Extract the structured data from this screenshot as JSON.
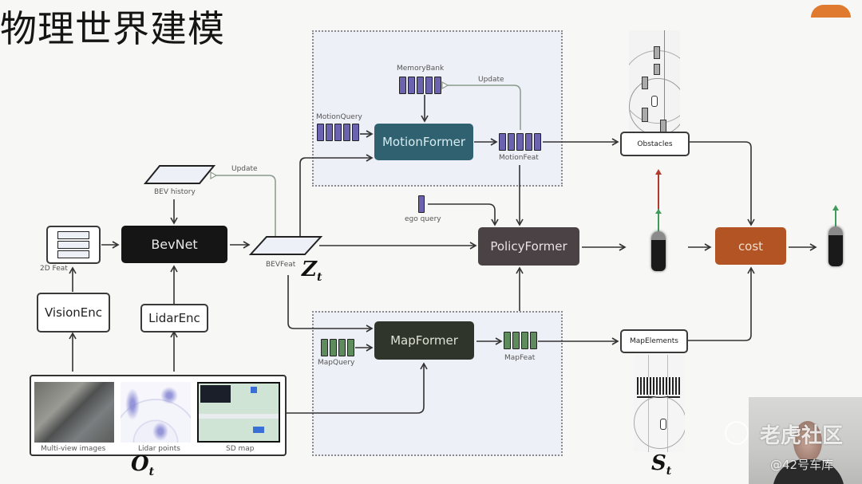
{
  "slide": {
    "title": "物理世界建模",
    "colors": {
      "region_fill": "#eef0f8",
      "motionformer": "#2f6170",
      "bevnet": "#151515",
      "policyformer": "#4a4244",
      "mapformer": "#30352b",
      "cost": "#b35425",
      "token_purple": "#6b63b0",
      "token_green": "#5f8c5c",
      "update_arrow": "#8a9a8a",
      "trajectory_red": "#b23a2c",
      "trajectory_green": "#3f9a5c",
      "corner_badge": "#e07a2e"
    }
  },
  "inputs": {
    "panel_items": [
      {
        "icon": "camera-images-icon",
        "label": "Multi-view images"
      },
      {
        "icon": "lidar-points-icon",
        "label": "Lidar points"
      },
      {
        "icon": "sd-map-icon",
        "label": "SD map"
      }
    ],
    "observation_symbol": "O",
    "observation_subscript": "t"
  },
  "encoders": {
    "vision": "VisionEnc",
    "lidar": "LidarEnc",
    "feat2d_label": "2D Feat"
  },
  "bev": {
    "bevnet": "BevNet",
    "history_label": "BEV history",
    "update_label": "Update",
    "feat_label": "BEVFeat",
    "state_symbol": "Z",
    "state_subscript": "t"
  },
  "motion": {
    "memory_bank_label": "MemoryBank",
    "update_label": "Update",
    "query_label": "MotionQuery",
    "former": "MotionFormer",
    "feat_label": "MotionFeat",
    "output": "Obstacles"
  },
  "policy": {
    "ego_query_label": "ego query",
    "former": "PolicyFormer",
    "cost": "cost"
  },
  "map": {
    "query_label": "MapQuery",
    "former": "MapFormer",
    "feat_label": "MapFeat",
    "output": "MapElements",
    "state_symbol": "S",
    "state_subscript": "t"
  },
  "watermark": {
    "brand": "老虎社区",
    "handle": "@42号车库"
  }
}
